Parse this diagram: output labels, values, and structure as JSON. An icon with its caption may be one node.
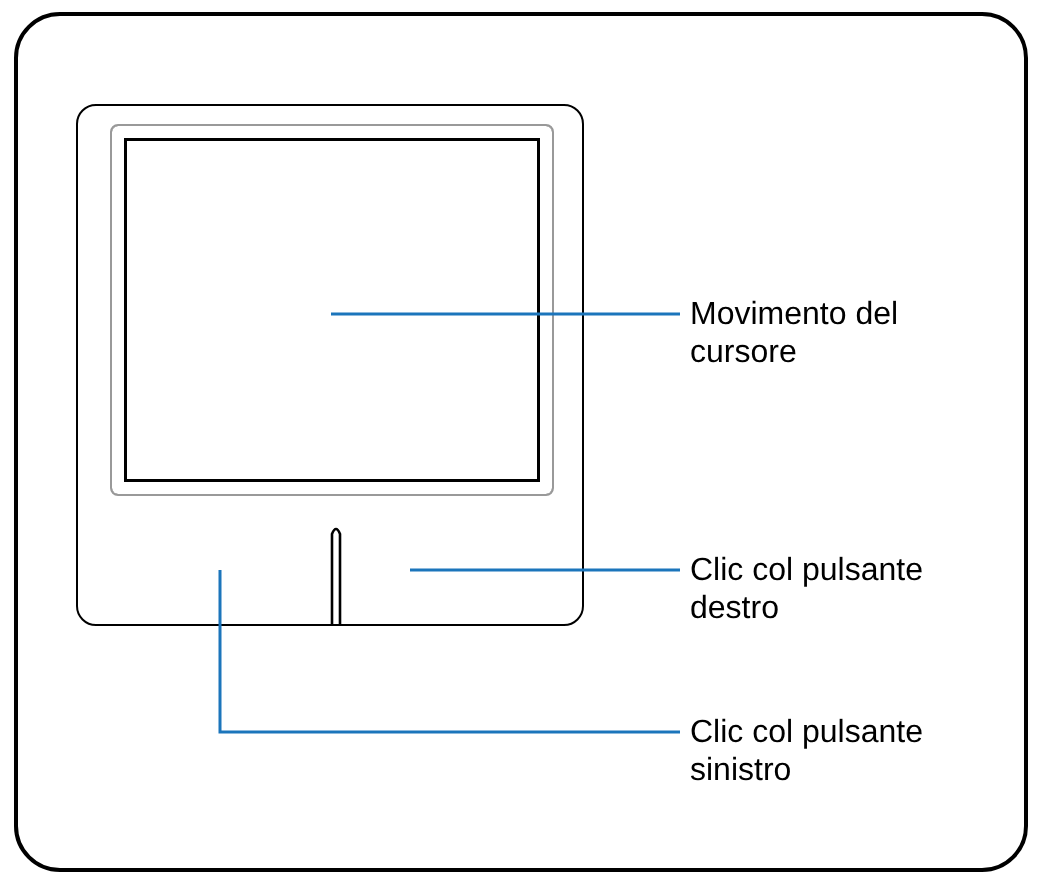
{
  "diagram": {
    "nodes": [
      {
        "text": [],
        "shape": "box"
      },
      {
        "text": [],
        "shape": "box",
        "in": 0
      },
      {
        "text": [
          "Movimento del cursore"
        ]
      },
      {
        "text": [
          "Clic col pulsante destro"
        ]
      },
      {
        "text": [
          "Clic col pulsante sinistro"
        ]
      }
    ],
    "edges": [
      {
        "from": 2,
        "to": 1,
        "arrow": "none"
      },
      {
        "from": 3,
        "to": null,
        "arrow": "none"
      },
      {
        "from": 4,
        "to": null,
        "arrow": "none"
      }
    ]
  }
}
